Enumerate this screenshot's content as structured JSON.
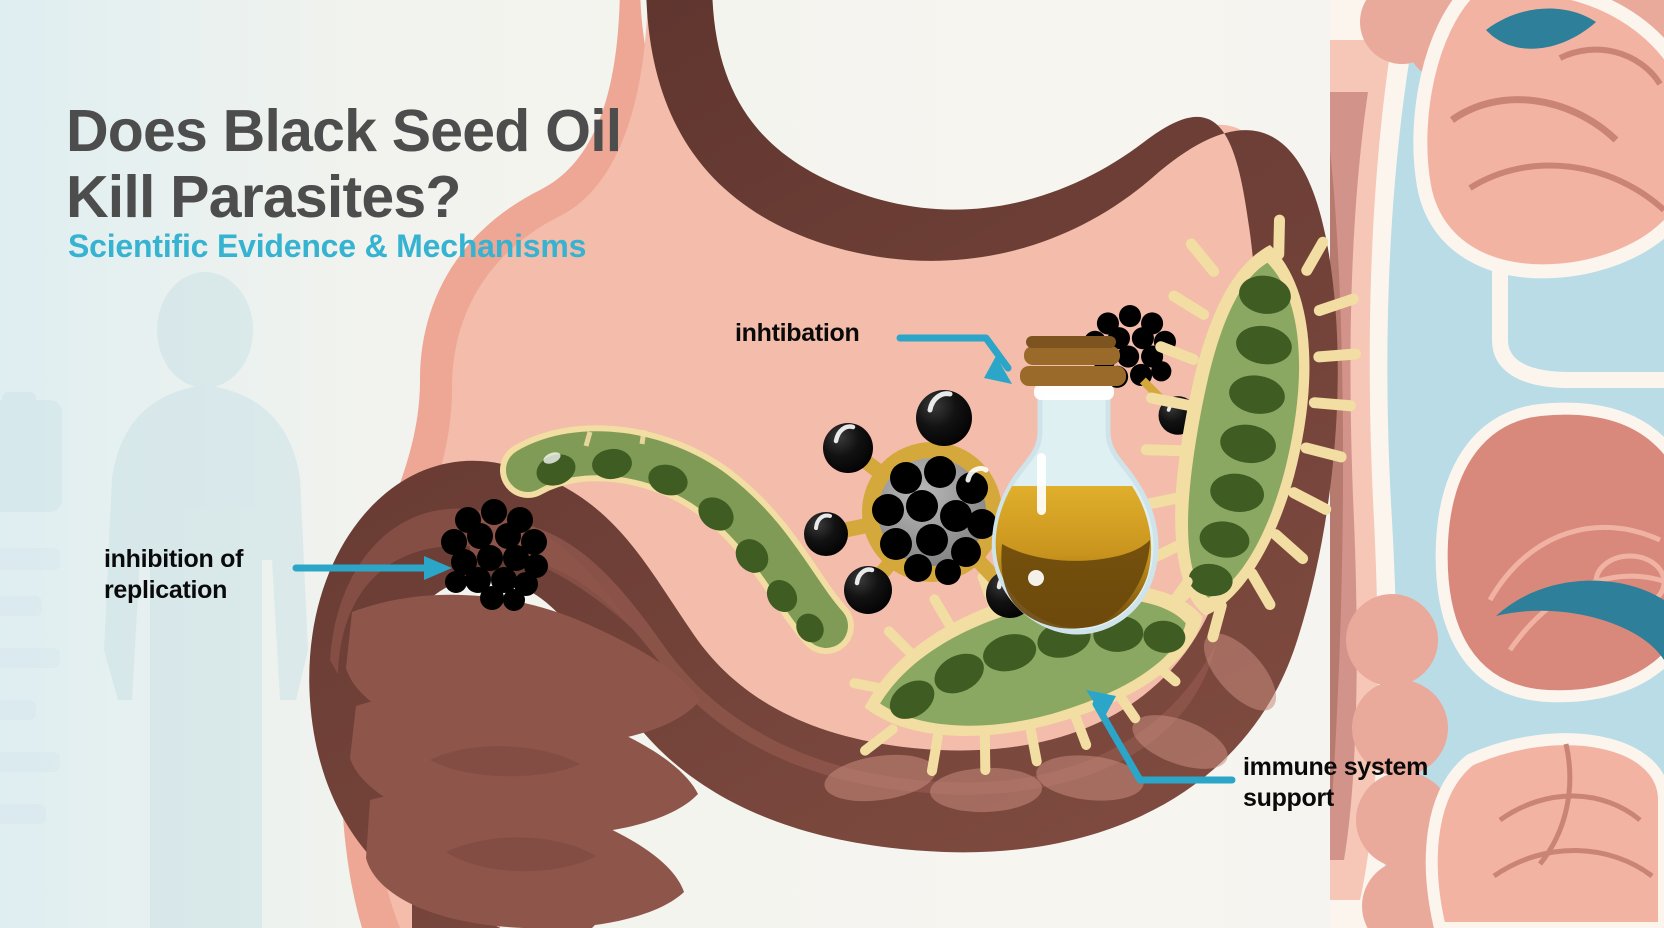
{
  "headline": {
    "line1": "Does Black Seed Oil",
    "line2": "Kill Parasites?",
    "full": "Does Black Seed Oil\nKill Parasites?"
  },
  "subheadline": "Scientific Evidence & Mechanisms",
  "annotations": [
    {
      "id": "inhibition-of-replication",
      "text": "inhibition of\nreplication",
      "line1": "inhibition of",
      "line2": "replication",
      "arrow": "straight-right",
      "points_to": "black-seed-cluster-in-intestine"
    },
    {
      "id": "inhibition",
      "text": "inhtibation",
      "arrow": "elbow-down-right",
      "points_to": "oil-flask-stopper"
    },
    {
      "id": "immune-system-support",
      "text": "immune system\nsupport",
      "line1": "immune system",
      "line2": "support",
      "arrow": "diagonal-up-left",
      "points_to": "lower-green-parasite"
    }
  ],
  "colors": {
    "background": "#f4f4ef",
    "background_blue": "#b9dce6",
    "headline_text": "#4d4d4d",
    "subheadline_text": "#35b3d0",
    "annotation_text": "#0a0a0a",
    "arrow_cyan": "#2ba6c8",
    "ghost_figure": "#cfe4e7",
    "organ_outer_pink": "#eda794",
    "organ_pink_light": "#f3bcab",
    "organ_lumen_dark": "#5d332e",
    "organ_lumen_mid": "#7d4a40",
    "colon_brown": "#8e564b",
    "parasite_green": "#8aa861",
    "parasite_green_dark": "#3f5c22",
    "parasite_outline_cream": "#f2dda2",
    "molecule_gold": "#d5a83c",
    "molecule_black": "#0a0a0a",
    "oil_amber": "#d9a520",
    "oil_dark": "#7a5510",
    "flask_glass": "#dff0f3",
    "cork_brown": "#9a6a2a",
    "anatomy_salmon": "#f0b3a3",
    "anatomy_rose": "#d98a7c",
    "anatomy_cream": "#fbf5ee",
    "anatomy_teal": "#2e7f99"
  },
  "scene": {
    "objects": [
      {
        "name": "ghost-human-figure",
        "side": "left"
      },
      {
        "name": "clipboard-watermark",
        "side": "left"
      },
      {
        "name": "stomach-intestine-cross-section",
        "side": "center"
      },
      {
        "name": "black-seed-cluster",
        "count": 2
      },
      {
        "name": "thymoquinone-molecule",
        "count": 1
      },
      {
        "name": "black-seed-oil-flask",
        "count": 1
      },
      {
        "name": "green-parasite",
        "count": 3
      },
      {
        "name": "anatomy-background-illustration",
        "side": "right"
      }
    ]
  }
}
